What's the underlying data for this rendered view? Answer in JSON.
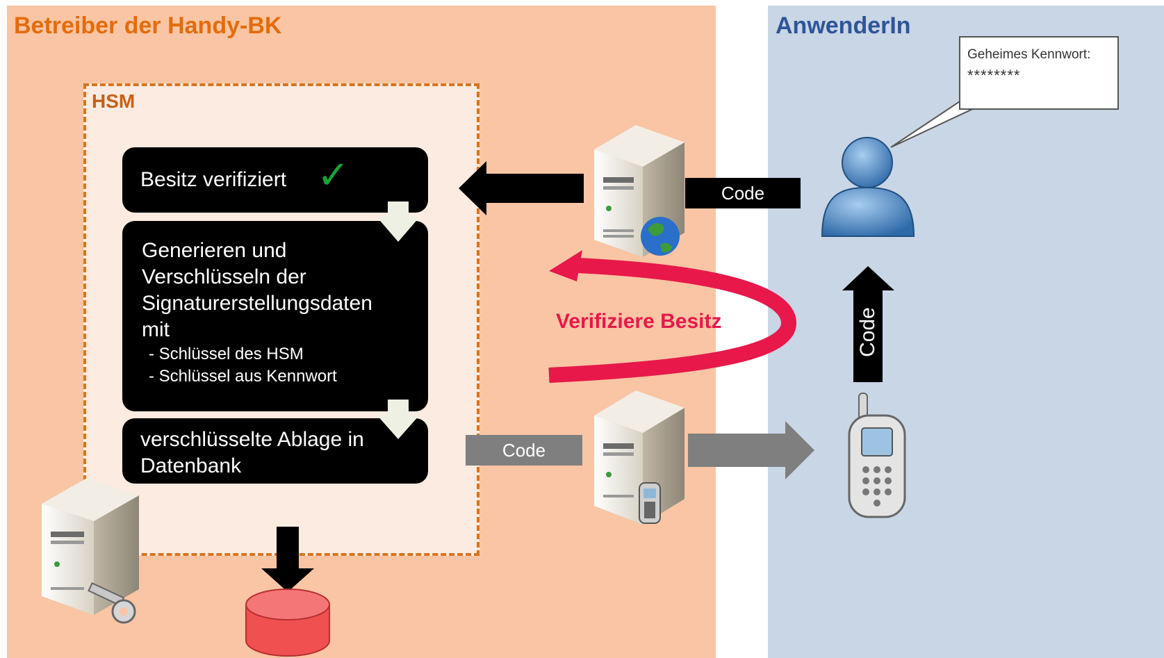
{
  "zones": {
    "operator_title": "Betreiber der Handy-BK",
    "user_title": "AnwenderIn"
  },
  "hsm": {
    "label": "HSM"
  },
  "steps": {
    "step1": "Besitz verifiziert",
    "step1_check": "✓",
    "step2_lines": [
      "Generieren und",
      "Verschlüsseln der",
      "Signaturerstellungsdaten",
      "mit"
    ],
    "step2_sub1": "- Schlüssel des HSM",
    "step2_sub2": "-  Schlüssel aus Kennwort",
    "step3_line1": "verschlüsselte Ablage in",
    "step3_line2": "Datenbank"
  },
  "flows": {
    "code_top": "Code",
    "code_bottom": "Code",
    "code_vertical": "Code",
    "verify": "Verifiziere Besitz"
  },
  "bubble": {
    "title": "Geheimes Kennwort:",
    "value": "********"
  },
  "colors": {
    "operator_zone": "#f9c5a4",
    "user_zone": "#c9d6e6",
    "hsm_border": "#d87520",
    "verify_arrow": "#e8184b",
    "check": "#17a336",
    "database": "#f05050"
  },
  "icons": [
    "web-server-icon",
    "sms-server-icon",
    "key-server-icon",
    "database-icon",
    "user-icon",
    "mobile-phone-icon",
    "globe-icon",
    "key-icon"
  ]
}
